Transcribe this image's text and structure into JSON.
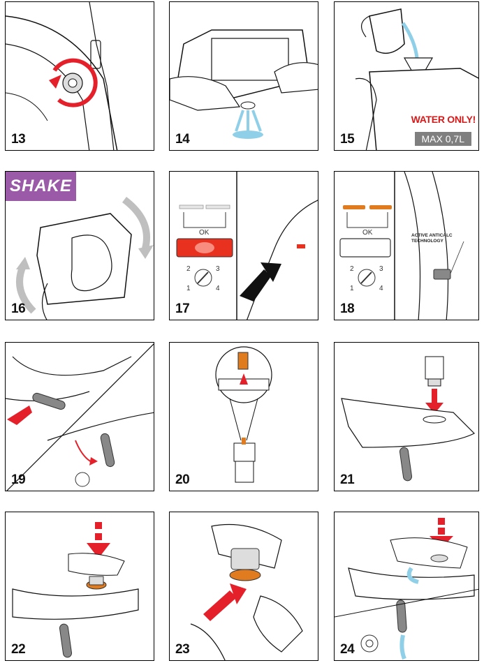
{
  "steps": [
    {
      "number": "13"
    },
    {
      "number": "14"
    },
    {
      "number": "15",
      "warning": "WATER ONLY!",
      "capacity": "MAX 0,7L"
    },
    {
      "number": "16",
      "badge": "SHAKE"
    },
    {
      "number": "17",
      "ok_label": "OK",
      "dial_labels": [
        "2",
        "3",
        "1",
        "4"
      ]
    },
    {
      "number": "18",
      "ok_label": "OK",
      "dial_labels": [
        "2",
        "3",
        "1",
        "4"
      ],
      "tech_line1": "ACTIVE ANTICALC",
      "tech_line2": "TECHNOLOGY"
    },
    {
      "number": "19"
    },
    {
      "number": "20"
    },
    {
      "number": "21"
    },
    {
      "number": "22"
    },
    {
      "number": "23"
    },
    {
      "number": "24"
    }
  ],
  "colors": {
    "arrow_red": "#e4212a",
    "accent_orange": "#e07b1f",
    "water_blue": "#8fd0e8",
    "shake_purple": "#9b5aa8",
    "badge_gray": "#7f7f7f",
    "light_red": "#e8321f"
  }
}
